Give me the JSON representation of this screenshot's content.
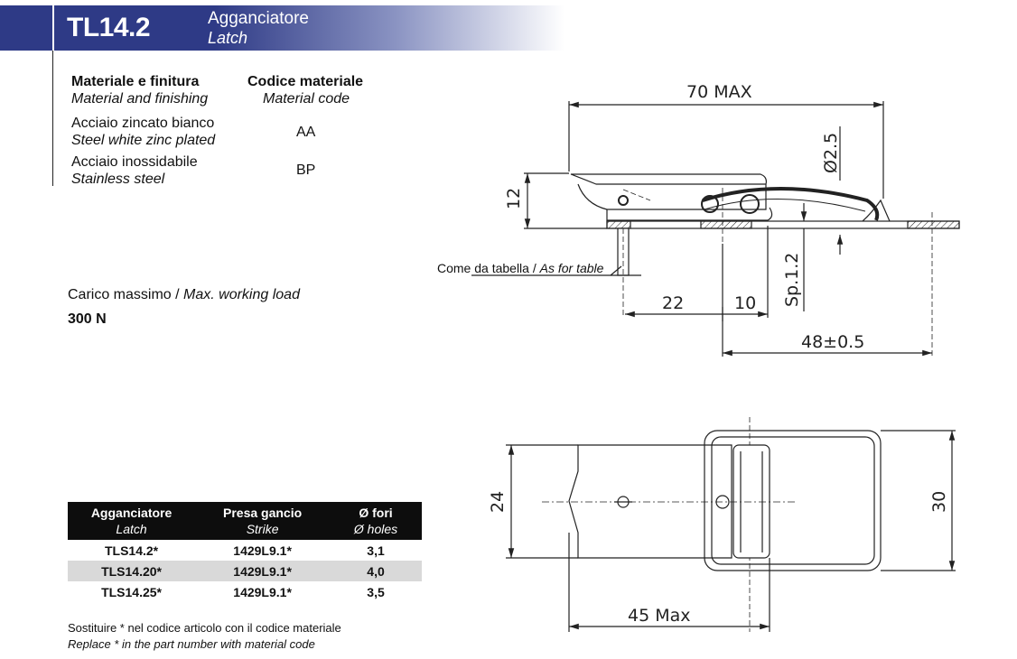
{
  "header": {
    "code": "TL14.2",
    "name_it": "Agganciatore",
    "name_en": "Latch"
  },
  "materials": {
    "col1_it": "Materiale e finitura",
    "col1_en": "Material and finishing",
    "col2_it": "Codice materiale",
    "col2_en": "Material code",
    "rows": [
      {
        "it": "Acciaio zincato bianco",
        "en": "Steel white zinc plated",
        "code": "AA"
      },
      {
        "it": "Acciaio inossidabile",
        "en": "Stainless steel",
        "code": "BP"
      }
    ]
  },
  "load": {
    "label_it": "Carico massimo / ",
    "label_en": "Max. working load",
    "value": "300 N"
  },
  "parts_table": {
    "headers": [
      {
        "it": "Agganciatore",
        "en": "Latch"
      },
      {
        "it": "Presa gancio",
        "en": "Strike"
      },
      {
        "it": "Ø fori",
        "en": "Ø holes"
      }
    ],
    "rows": [
      [
        "TLS14.2*",
        "1429L9.1*",
        "3,1"
      ],
      [
        "TLS14.20*",
        "1429L9.1*",
        "4,0"
      ],
      [
        "TLS14.25*",
        "1429L9.1*",
        "3,5"
      ]
    ]
  },
  "note": {
    "it": "Sostituire * nel codice articolo con il codice materiale",
    "en": "Replace * in the part number with material code"
  },
  "drawing": {
    "dim_70": "70 MAX",
    "dim_dia": "Ø2.5",
    "dim_12": "12",
    "callout_it": "Come da tabella / ",
    "callout_en": "As for table",
    "dim_22": "22",
    "dim_10": "10",
    "dim_sp": "Sp.1.2",
    "dim_48": "48±0.5",
    "dim_24": "24",
    "dim_30": "30",
    "dim_45": "45 Max"
  }
}
